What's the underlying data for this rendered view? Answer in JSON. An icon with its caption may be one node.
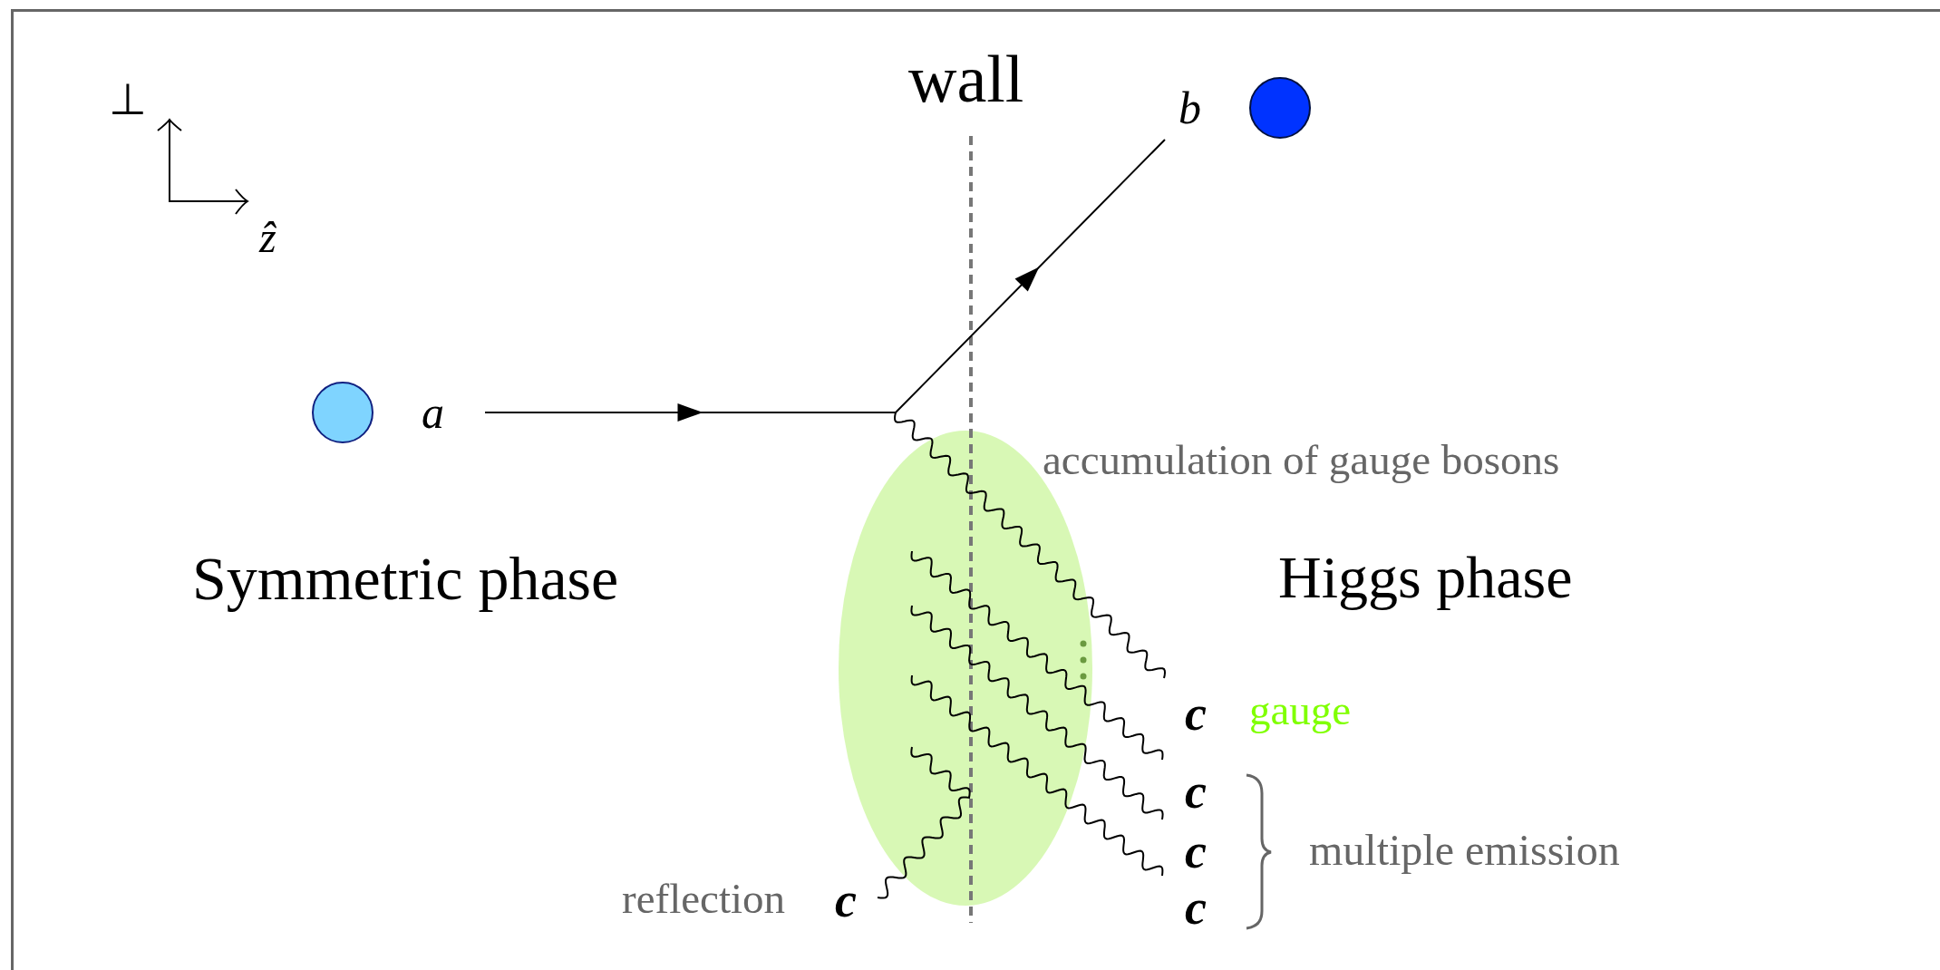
{
  "diagram": {
    "nodes": [
      {
        "text": [],
        "shape": "circle",
        "beside": [
          "a"
        ]
      },
      {
        "text": [],
        "shape": "circle",
        "beside": [
          "b"
        ]
      },
      {
        "text": [],
        "shape": "ellipse",
        "beside": [
          "accumulation of gauge bosons"
        ]
      },
      {
        "text": [
          "c"
        ],
        "beside": [
          "gauge"
        ]
      },
      {
        "text": [
          "c"
        ]
      },
      {
        "text": [
          "c"
        ]
      },
      {
        "text": [
          "c"
        ]
      },
      {
        "text": [
          "c"
        ],
        "beside": [
          "reflection"
        ]
      }
    ],
    "edges": [
      {
        "from": 0,
        "to": 1,
        "arrow": "to"
      },
      {
        "from": null,
        "to": 3,
        "arrow": "none"
      },
      {
        "from": 2,
        "to": 4,
        "arrow": "none"
      },
      {
        "from": 2,
        "to": 5,
        "arrow": "none"
      },
      {
        "from": 2,
        "to": 6,
        "arrow": "none"
      },
      {
        "from": 2,
        "to": 7,
        "arrow": "none"
      }
    ],
    "labels": [
      "⊥",
      "ẑ",
      "wall",
      "Symmetric phase",
      "Higgs phase",
      "multiple emission"
    ]
  }
}
